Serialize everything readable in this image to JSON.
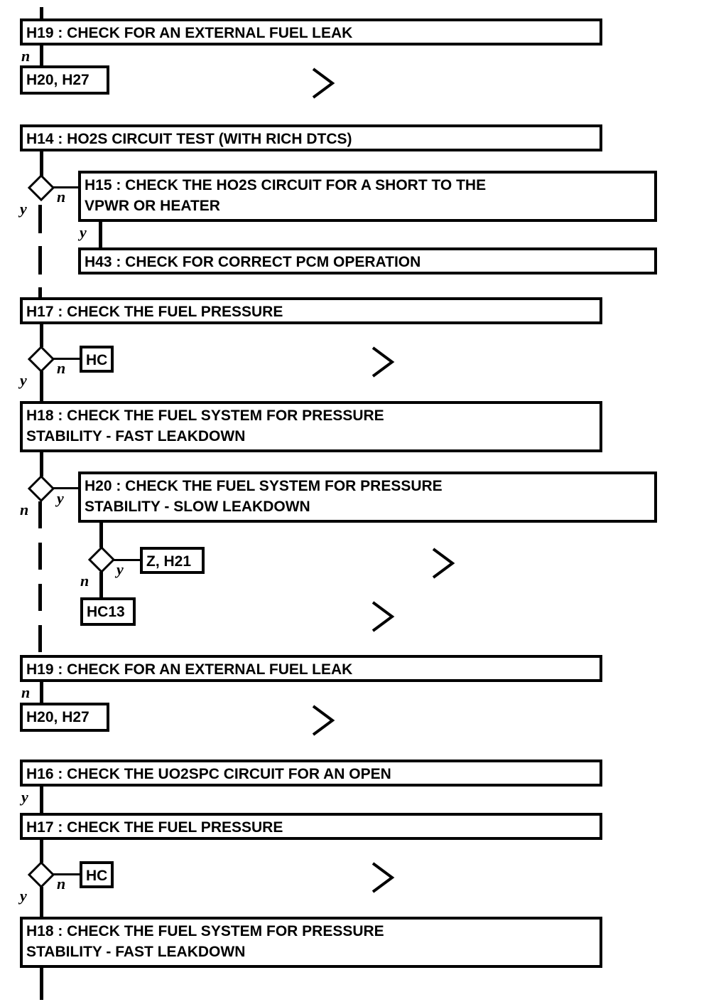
{
  "diagram": {
    "title": "Fuel System / HO2S Diagnostic Flowchart",
    "type": "flowchart",
    "colors": {
      "line": "#000000",
      "box_fill": "#ffffff",
      "text": "#000000"
    },
    "branch_labels": {
      "yes": "y",
      "no": "n"
    }
  },
  "nodes": {
    "n01": {
      "id": "H19",
      "label": "H19 : CHECK FOR AN EXTERNAL FUEL LEAK"
    },
    "n02": {
      "id": "H20,H27",
      "label": "H20, H27"
    },
    "n03": {
      "id": "H14",
      "label": "H14 : HO2S CIRCUIT TEST (WITH RICH DTCS)"
    },
    "n04": {
      "id": "H15",
      "label": "H15 : CHECK THE HO2S CIRCUIT FOR A SHORT TO THE\nVPWR OR HEATER"
    },
    "n05": {
      "id": "H43",
      "label": "H43 : CHECK FOR CORRECT PCM OPERATION"
    },
    "n06": {
      "id": "H17",
      "label": "H17 : CHECK THE FUEL PRESSURE"
    },
    "n07": {
      "id": "HC",
      "label": "HC"
    },
    "n08": {
      "id": "H18",
      "label": "H18 : CHECK THE FUEL SYSTEM FOR PRESSURE\nSTABILITY - FAST LEAKDOWN"
    },
    "n09": {
      "id": "H20",
      "label": "H20 : CHECK THE FUEL SYSTEM FOR PRESSURE\nSTABILITY - SLOW LEAKDOWN"
    },
    "n10": {
      "id": "Z,H21",
      "label": "Z, H21"
    },
    "n11": {
      "id": "HC13",
      "label": "HC13"
    },
    "n12": {
      "id": "H19b",
      "label": "H19 : CHECK FOR AN EXTERNAL FUEL LEAK"
    },
    "n13": {
      "id": "H20,H27b",
      "label": "H20, H27"
    },
    "n14": {
      "id": "H16",
      "label": "H16 : CHECK THE UO2SPC CIRCUIT FOR AN OPEN"
    },
    "n15": {
      "id": "H17b",
      "label": "H17 : CHECK THE FUEL PRESSURE"
    },
    "n16": {
      "id": "HCb",
      "label": "HC"
    },
    "n17": {
      "id": "H18b",
      "label": "H18 : CHECK THE FUEL SYSTEM FOR PRESSURE\nSTABILITY - FAST LEAKDOWN"
    }
  },
  "branches": {
    "b01": "n",
    "b02": "y",
    "b03": "n",
    "b04": "y",
    "b05": "y",
    "b06": "n",
    "b07": "n",
    "b08": "y",
    "b09": "n",
    "b10": "y",
    "b11": "n",
    "b12": "y",
    "b13": "y",
    "b14": "n"
  }
}
